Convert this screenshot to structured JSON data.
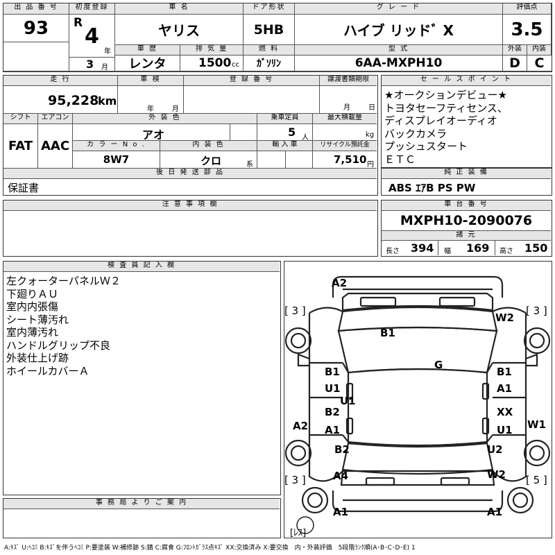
{
  "header": {
    "lot_label": "出 品 番 号",
    "lot_no": "93",
    "first_reg_label": "初度登録",
    "era": "R",
    "year_num": "4",
    "year_unit": "年",
    "month_num": "3",
    "month_unit": "月",
    "name_label": "車 名",
    "name": "ヤリス",
    "door_label": "ドア形状",
    "door": "5HB",
    "grade_label": "グ レ ー ド",
    "grade": "ハイブ リッドﾞ X",
    "score_label": "評価点",
    "score": "3.5",
    "history_label": "車 歴",
    "history": "レンタ",
    "displacement_label": "排 気 量",
    "displacement": "1500",
    "cc_unit": "cc",
    "fuel_label": "燃 料",
    "fuel": "ｶﾞｿﾘﾝ",
    "model_label": "型 式",
    "model": "6AA-MXPH10",
    "ext_label": "外装",
    "ext": "D",
    "int_label": "内装",
    "int": "C"
  },
  "row2": {
    "mileage_label": "走 行",
    "mileage": "95,228",
    "km_unit": "km",
    "inspection_label": "車 検",
    "insp_year": "年",
    "insp_month": "月",
    "plate_label": "登 録 番 号",
    "transfer_label": "譲渡書類期限",
    "transfer_month": "月",
    "transfer_day": "日",
    "shift_label": "シフト",
    "shift": "FAT",
    "ac_label": "エアコン",
    "ac": "AAC",
    "color_label": "外 装 色",
    "color": "アオ",
    "capacity_label": "乗車定員",
    "capacity": "5",
    "capacity_unit": "人",
    "load_label": "最大積載量",
    "load_unit": "kg",
    "color_no_label": "カ ラ ー N o .",
    "color_no": "8W7",
    "int_color_label": "内 装 色",
    "int_color": "クロ",
    "int_color_unit": "系",
    "import_label": "輸 入 車",
    "recycle_label": "リサイクル預託金",
    "recycle": "7,510",
    "recycle_unit": "円",
    "later_parts_label": "後 日 発 送 部 品",
    "later_parts": "保証書"
  },
  "sales_points": {
    "label": "セ ー ル ス ポ イ ン ト",
    "items": [
      "★オークションデビュー★",
      "トヨタセーフティセンス、",
      "ディスプレイオーディオ",
      "バックカメラ",
      "プッシュスタート",
      "ＥＴＣ"
    ]
  },
  "equipment": {
    "label": "純 正 装 備",
    "value": "ABS ｴｱB PS PW"
  },
  "notes": {
    "label": "注 意 事 項 欄"
  },
  "chassis": {
    "label": "車 台 番 号",
    "value": "MXPH10-2090076",
    "dims_label": "諸 元",
    "length_label": "長さ",
    "length": "394",
    "width_label": "幅",
    "width": "169",
    "height_label": "高さ",
    "height": "150"
  },
  "inspector": {
    "label": "検 査 員 記 入 欄",
    "items": [
      "左クォーターパネルＷ２",
      "下廻りＡＵ",
      "室内内張傷",
      "シート薄汚れ",
      "室内薄汚れ",
      "ハンドルグリップ不良",
      "外装仕上げ跡",
      "ホイールカバーＡ"
    ]
  },
  "office": {
    "label": "事 務 局 よ り ご 案 内"
  },
  "diagram": {
    "labels": [
      "A2",
      "B1",
      "G",
      "B1",
      "U1",
      "U1",
      "B2",
      "A1",
      "A2",
      "B2",
      "A4",
      "A1",
      "W2",
      "B1",
      "A1",
      "XX",
      "U1",
      "W1",
      "U2",
      "W2",
      "A1"
    ],
    "tire_fl": "[ 3 ]",
    "tire_fr": "[ 3 ]",
    "tire_rl": "[ 3 ]",
    "tire_rr": "[ 5 ]",
    "spare": "[ﾚｽ]"
  },
  "legend": "A:ｷｽﾞ U:ﾍｺﾐ B:ｷｽﾞを伴うﾍｺﾐ P:要塗装 W:補修跡 S:錆 C:腐食 G:ﾌﾛﾝﾄｶﾞﾗｽ点ｷｽﾞ XX:交換済み X:要交換　内・外装評価　5段階ﾗﾝｸ順(A･B･C･D･E) 1"
}
